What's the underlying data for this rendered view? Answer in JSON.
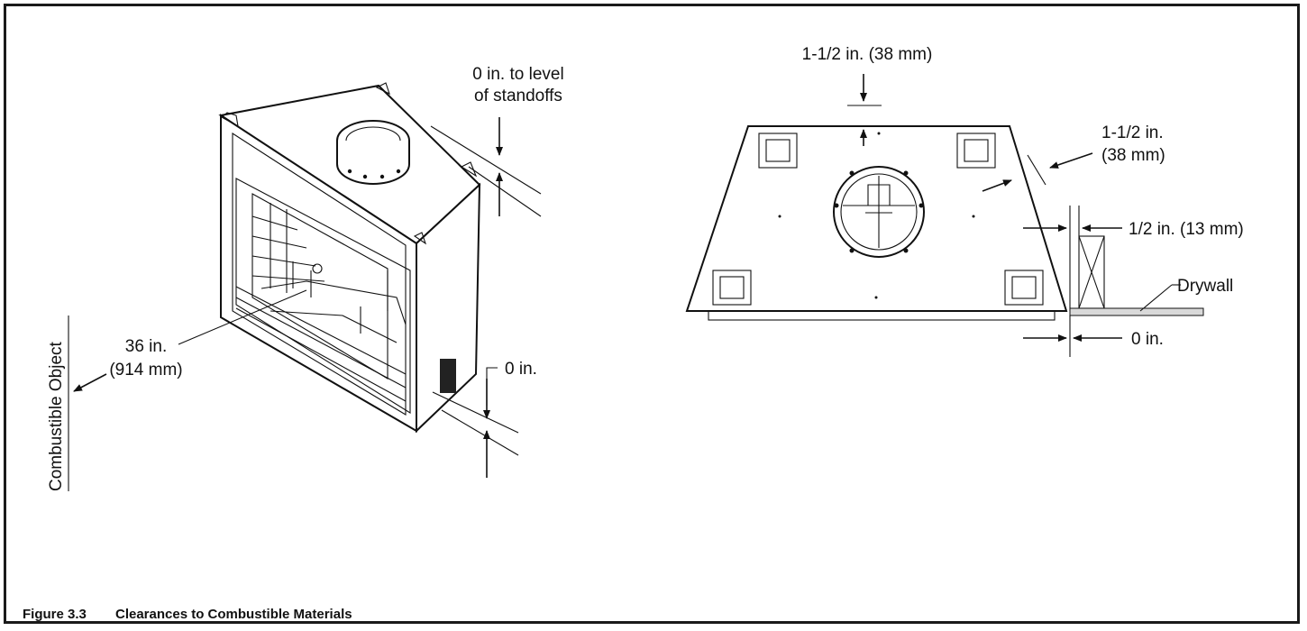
{
  "labels": {
    "standoffs_line1": "0 in. to level",
    "standoffs_line2": "of standoffs",
    "front_line1": "36 in.",
    "front_line2": "(914 mm)",
    "bottom": "0 in.",
    "combustible": "Combustible Object",
    "top": "1-1/2 in. (38 mm)",
    "side_line1": "1-1/2 in.",
    "side_line2": "(38 mm)",
    "half_inch": "1/2 in. (13 mm)",
    "drywall": "Drywall",
    "zero_side": "0 in."
  },
  "caption": {
    "figure": "Figure 3.3",
    "title": "Clearances to Combustible Materials"
  }
}
